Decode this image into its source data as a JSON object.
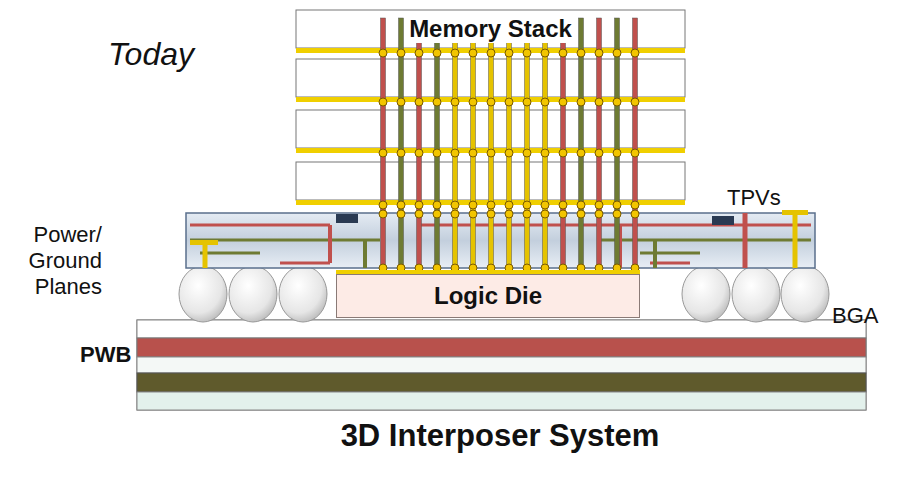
{
  "diagram": {
    "title": "3D Interposer System",
    "nodes": [
      {
        "text": [
          "Memory Stack"
        ]
      },
      {
        "text": [
          "Logic Die"
        ]
      },
      {
        "text": [
          "PWB"
        ]
      }
    ],
    "labels": [
      "Today",
      "Power/ Ground Planes",
      "TPVs",
      "BGA"
    ]
  }
}
